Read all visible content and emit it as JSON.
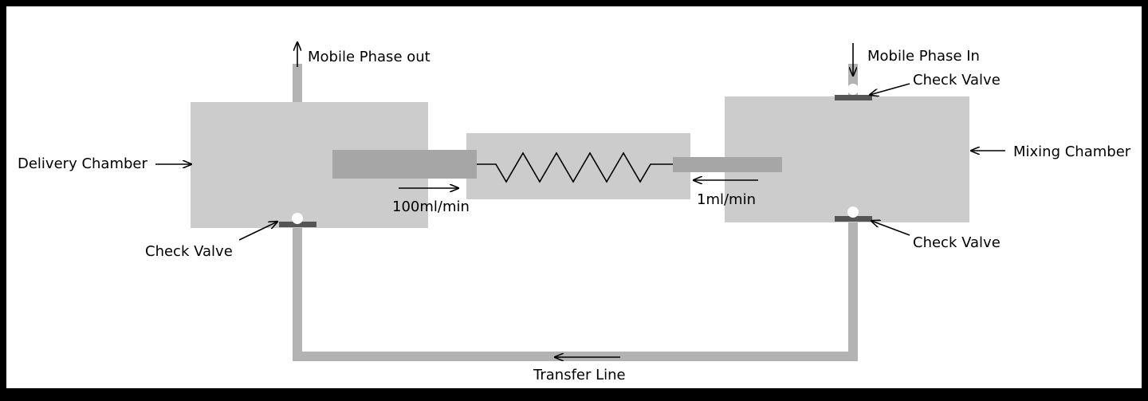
{
  "labels": {
    "mobile_phase_out": "Mobile Phase out",
    "mobile_phase_in": "Mobile Phase In",
    "delivery_chamber": "Delivery Chamber",
    "mixing_chamber": "Mixing Chamber",
    "check_valve_top_right": "Check Valve",
    "check_valve_left": "Check Valve",
    "check_valve_bottom_right": "Check Valve",
    "flow_fast": "100ml/min",
    "flow_slow": "1ml/min",
    "transfer_line": "Transfer Line"
  },
  "colors": {
    "chamber": "#cccccc",
    "tube": "#b3b3b3",
    "piston": "#a6a6a6",
    "valve_seat": "#555555",
    "valve_ball": "#ffffff",
    "border": "#000000"
  }
}
